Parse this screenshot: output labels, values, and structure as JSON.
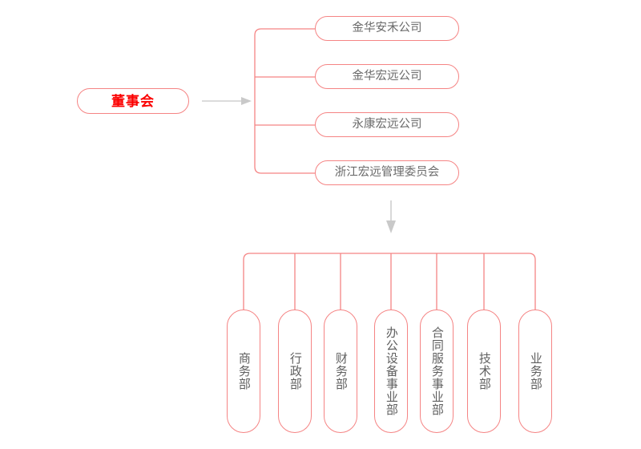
{
  "diagram": {
    "type": "org-chart",
    "title_node": {
      "label": "董事会",
      "text_color": "#fb0000",
      "border_color": "#f58484"
    },
    "connector_colors": {
      "branch": "#f58484",
      "arrow": "#c9c9c9"
    },
    "arrows": [
      {
        "name": "root-to-branch-arrow",
        "direction": "right"
      },
      {
        "name": "branch-to-departments-arrow",
        "direction": "down"
      }
    ],
    "level1": {
      "name": "subsidiaries",
      "nodes": [
        {
          "label": "金华安禾公司"
        },
        {
          "label": "金华宏远公司"
        },
        {
          "label": "永康宏远公司"
        },
        {
          "label": "浙江宏远管理委员会"
        }
      ]
    },
    "level2": {
      "name": "departments",
      "nodes": [
        {
          "label": "商务部"
        },
        {
          "label": "行政部"
        },
        {
          "label": "财务部"
        },
        {
          "label": "办公设备事业部"
        },
        {
          "label": "合同服务事业部"
        },
        {
          "label": "技术部"
        },
        {
          "label": "业务部"
        }
      ]
    }
  }
}
